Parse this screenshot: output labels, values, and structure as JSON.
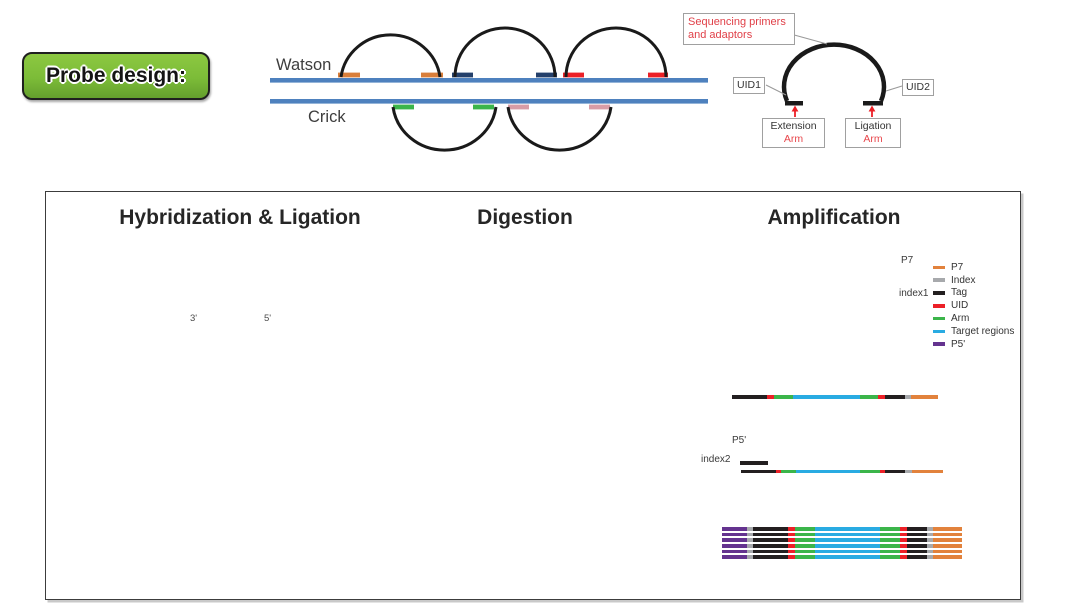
{
  "header": {
    "probe_design_label": "Probe design:",
    "strands": {
      "top_label": "Watson",
      "bottom_label": "Crick"
    },
    "probe_structure": {
      "callout": "Sequencing primers and adaptors",
      "uid1": "UID1",
      "uid2": "UID2",
      "extension_arm": {
        "line1": "Extension",
        "line2": "Arm"
      },
      "ligation_arm": {
        "line1": "Ligation",
        "line2": "Arm"
      }
    }
  },
  "panel": {
    "sections": [
      {
        "title": "Hybridization & Ligation"
      },
      {
        "title": "Digestion"
      },
      {
        "title": "Amplification"
      }
    ],
    "hybridization": {
      "three_prime_label": "3'",
      "five_prime_label": "5'"
    },
    "amplification": {
      "p7_label": "P7",
      "index1_label": "index1",
      "p5_label": "P5'",
      "index2_label": "index2",
      "legend": {
        "items": [
          {
            "label": "P7",
            "color": "#e2823c"
          },
          {
            "label": "Index",
            "color": "#a7a9ac"
          },
          {
            "label": "Tag",
            "color": "#231f20"
          },
          {
            "label": "UID",
            "color": "#ec2027"
          },
          {
            "label": "Arm",
            "color": "#3bb54a"
          },
          {
            "label": "Target regions",
            "color": "#29abe2"
          },
          {
            "label": "P5'",
            "color": "#64338f"
          }
        ]
      },
      "constructs": {
        "amplicon_segments": [
          "Tag",
          "UID",
          "Arm",
          "Target regions",
          "Arm",
          "UID",
          "Tag",
          "Index",
          "P7"
        ],
        "final_product_segments": [
          "P5'",
          "Index",
          "Tag",
          "UID",
          "Arm",
          "Target regions",
          "Arm",
          "UID",
          "Tag",
          "Index",
          "P7"
        ],
        "final_product_copies": 6
      }
    }
  },
  "colors": {
    "genomic_strand_blue": "#4e81be",
    "target_region_cyan": "#29abe2",
    "arm_green": "#3bb54a",
    "uid_red": "#ec2027",
    "tag_black": "#231f20",
    "index_gray": "#a7a9ac",
    "p7_orange": "#e2823c",
    "p5_purple": "#64338f",
    "probe_arm_orange": "#d97e3a",
    "probe_arm_navy": "#24406b",
    "probe_arm_pink": "#d89ca6",
    "badge_green": "#7cbc38",
    "exonuclease_tan": "#f2c8a6",
    "exonuclease_darkred": "#a5333c"
  }
}
